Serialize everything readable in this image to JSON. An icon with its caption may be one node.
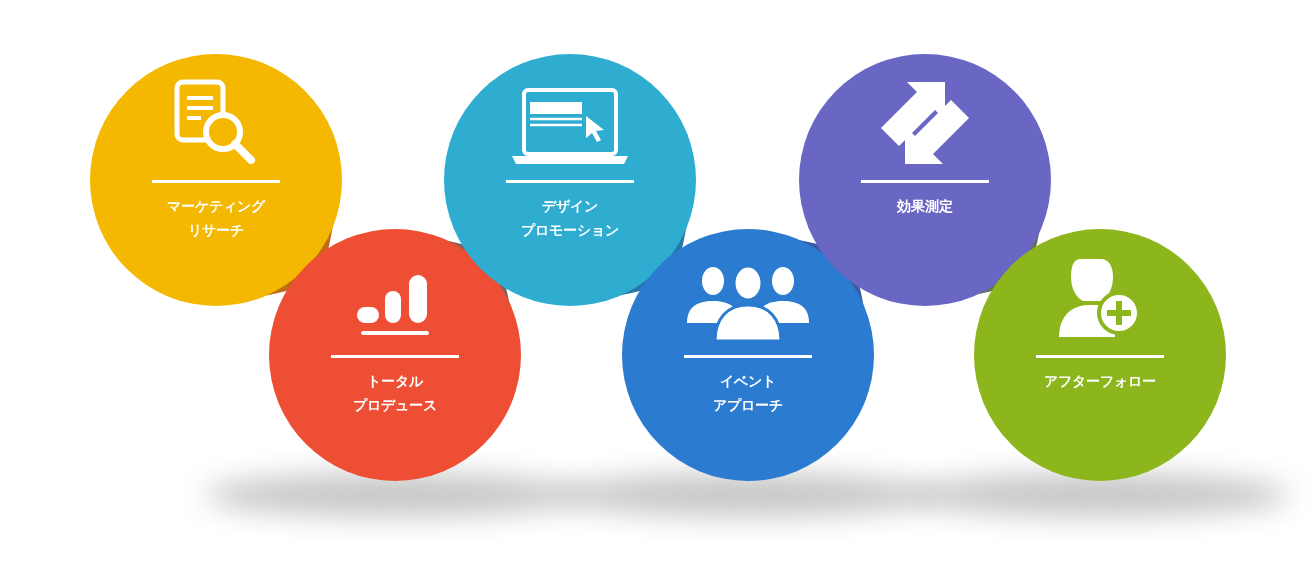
{
  "diagram": {
    "nodes": [
      {
        "text": [
          "マーケティングリサーチ"
        ]
      },
      {
        "text": [
          "トータルプロデュース"
        ]
      },
      {
        "text": [
          "デザインプロモーション"
        ]
      },
      {
        "text": [
          "イベントアプローチ"
        ]
      },
      {
        "text": [
          "効果測定"
        ]
      },
      {
        "text": [
          "アフターフォロー"
        ]
      }
    ],
    "edges": [
      {
        "from": 0,
        "to": 1,
        "arrow": "none",
        "style": "thick"
      },
      {
        "from": 1,
        "to": 2,
        "arrow": "none",
        "style": "thick"
      },
      {
        "from": 2,
        "to": 3,
        "arrow": "none",
        "style": "thick"
      },
      {
        "from": 3,
        "to": 4,
        "arrow": "none",
        "style": "thick"
      },
      {
        "from": 4,
        "to": 5,
        "arrow": "none",
        "style": "thick"
      }
    ]
  }
}
